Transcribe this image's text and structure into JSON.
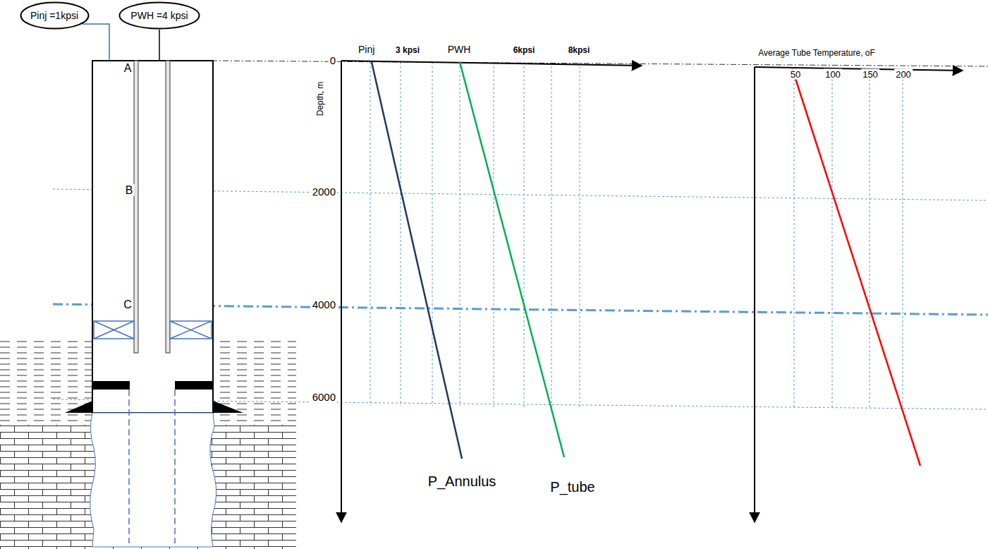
{
  "diagram": {
    "nodes": [
      {
        "text": [
          "Pinj =1kpsi"
        ]
      },
      {
        "text": [
          "PWH =4 kpsi"
        ]
      }
    ],
    "labels": [
      "A",
      "B",
      "C",
      "Pinj",
      "3 kpsi",
      "PWH",
      "6kpsi",
      "8kpsi",
      "0",
      "2000",
      "4000",
      "6000",
      "Depth, m",
      "P_Annulus",
      "P_tube",
      "Average Tube Temperature, oF",
      "50",
      "100",
      "150",
      "200"
    ]
  }
}
